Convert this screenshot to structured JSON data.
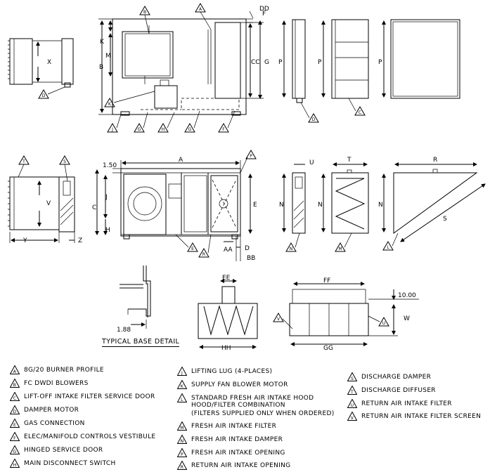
{
  "dimensions": {
    "A": "A",
    "B": "B",
    "C": "C",
    "D": "D",
    "E": "E",
    "F": "F",
    "G": "G",
    "H": "H",
    "J": "J",
    "K": "K",
    "M": "M",
    "N": "N",
    "P": "P",
    "R": "R",
    "S": "S",
    "T": "T",
    "U": "U",
    "V": "V",
    "W": "W",
    "X": "X",
    "Y": "Y",
    "Z": "Z",
    "AA": "AA",
    "BB": "BB",
    "CC": "CC",
    "DD": "DD",
    "EE": "EE",
    "FF": "FF",
    "GG": "GG",
    "HH": "HH",
    "d150": "1.50",
    "d188": "1.88",
    "d1000": "10.00"
  },
  "base_detail_title": "TYPICAL BASE DETAIL",
  "legend": {
    "col1": [
      {
        "tag": "A",
        "text": "8G/20 BURNER PROFILE"
      },
      {
        "tag": "B",
        "text": "FC DWDI BLOWERS"
      },
      {
        "tag": "C",
        "text": "LIFT-OFF INTAKE FILTER SERVICE DOOR"
      },
      {
        "tag": "D",
        "text": "DAMPER MOTOR"
      },
      {
        "tag": "E",
        "text": "GAS CONNECTION"
      },
      {
        "tag": "F",
        "text": "ELEC/MANIFOLD CONTROLS VESTIBULE"
      },
      {
        "tag": "G",
        "text": "HINGED SERVICE DOOR"
      },
      {
        "tag": "H",
        "text": "MAIN DISCONNECT SWITCH"
      }
    ],
    "col2": [
      {
        "tag": "J",
        "text": "LIFTING LUG (4-PLACES)"
      },
      {
        "tag": "K",
        "text": "SUPPLY FAN BLOWER MOTOR"
      },
      {
        "tag": "L",
        "text": "STANDARD FRESH AIR INTAKE HOOD",
        "text2": "HOOD/FILTER COMBINATION",
        "text3": "(FILTERS SUPPLIED ONLY WHEN ORDERED)"
      },
      {
        "tag": "M",
        "text": "FRESH AIR INTAKE FILTER"
      },
      {
        "tag": "N",
        "text": "FRESH AIR INTAKE DAMPER"
      },
      {
        "tag": "P",
        "text": "FRESH AIR INTAKE OPENING"
      },
      {
        "tag": "R",
        "text": "RETURN AIR INTAKE OPENING"
      }
    ],
    "col3": [
      {
        "tag": "S",
        "text": "DISCHARGE DAMPER"
      },
      {
        "tag": "T",
        "text": "DISCHARGE DIFFUSER"
      },
      {
        "tag": "U",
        "text": "RETURN AIR INTAKE FILTER"
      },
      {
        "tag": "V",
        "text": "RETURN AIR INTAKE FILTER SCREEN"
      }
    ]
  }
}
